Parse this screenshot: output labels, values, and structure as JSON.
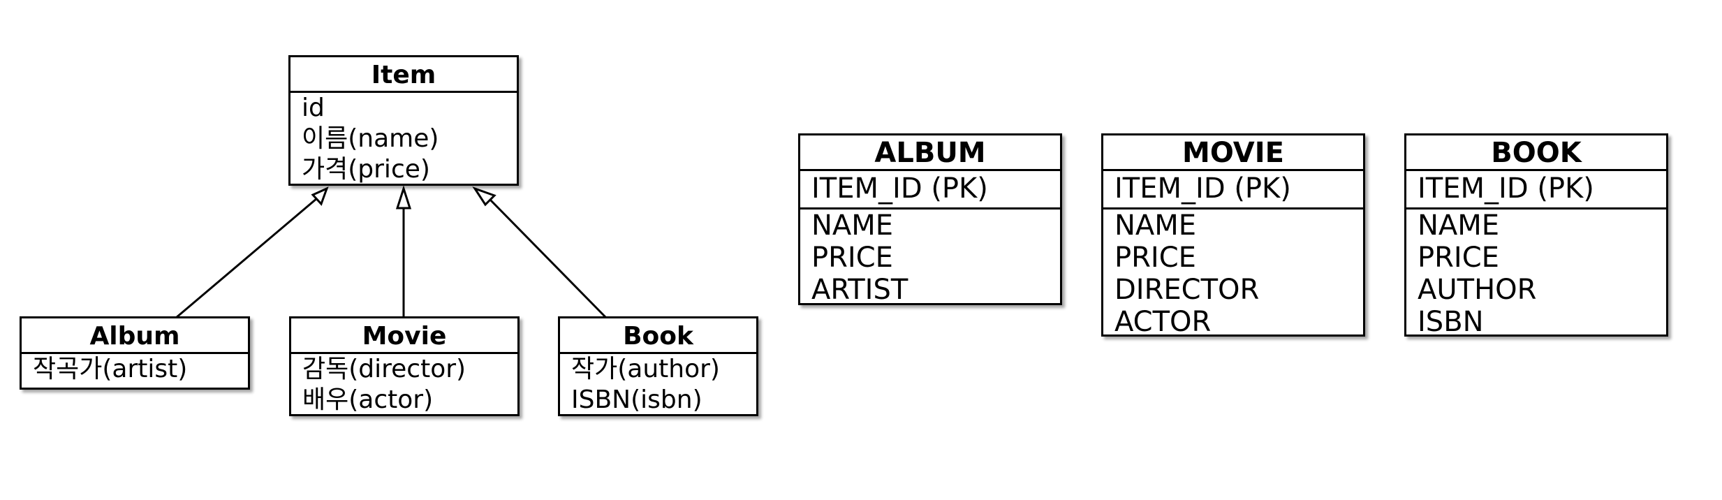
{
  "classes": {
    "item": {
      "title": "Item",
      "fields": [
        "id",
        "이름(name)",
        "가격(price)"
      ]
    },
    "album": {
      "title": "Album",
      "fields": [
        "작곡가(artist)"
      ]
    },
    "movie": {
      "title": "Movie",
      "fields": [
        "감독(director)",
        "배우(actor)"
      ]
    },
    "book": {
      "title": "Book",
      "fields": [
        "작가(author)",
        "ISBN(isbn)"
      ]
    }
  },
  "tables": {
    "album": {
      "title": "ALBUM",
      "pk": "ITEM_ID (PK)",
      "columns": [
        "NAME",
        "PRICE",
        "ARTIST"
      ]
    },
    "movie": {
      "title": "MOVIE",
      "pk": "ITEM_ID (PK)",
      "columns": [
        "NAME",
        "PRICE",
        "DIRECTOR",
        "ACTOR"
      ]
    },
    "book": {
      "title": "BOOK",
      "pk": "ITEM_ID (PK)",
      "columns": [
        "NAME",
        "PRICE",
        "AUTHOR",
        "ISBN"
      ]
    }
  }
}
